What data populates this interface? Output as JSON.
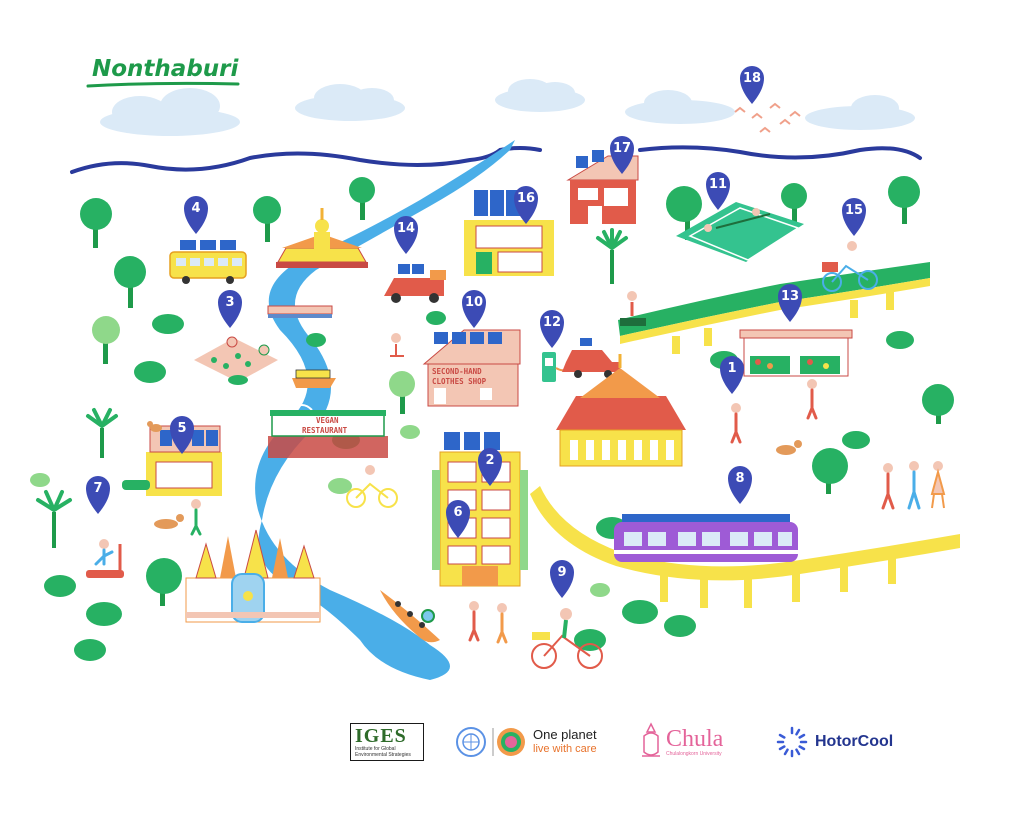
{
  "map": {
    "title": "Nonthaburi",
    "signs": {
      "vegan": "VEGAN",
      "restaurant": "RESTAURANT",
      "secondhand": "SECOND-HAND",
      "clothes_shop": "CLOTHES SHOP"
    },
    "pins": [
      {
        "label": "1"
      },
      {
        "label": "2"
      },
      {
        "label": "3"
      },
      {
        "label": "4"
      },
      {
        "label": "5"
      },
      {
        "label": "6"
      },
      {
        "label": "7"
      },
      {
        "label": "8"
      },
      {
        "label": "9"
      },
      {
        "label": "10"
      },
      {
        "label": "11"
      },
      {
        "label": "12"
      },
      {
        "label": "13"
      },
      {
        "label": "14"
      },
      {
        "label": "15"
      },
      {
        "label": "16"
      },
      {
        "label": "17"
      },
      {
        "label": "18"
      }
    ],
    "colors": {
      "pin": "#3c4bb5",
      "river": "#4aaee8",
      "skyline": "#2a3a9c",
      "tree": "#27b163",
      "building": "#f7e24a",
      "cloud": "#dbeaf7",
      "train": "#9e5bd6",
      "solar": "#2e66c9"
    }
  },
  "logos": {
    "iges": {
      "name": "IGES",
      "subtitle": "Institute for Global Environmental Strategies"
    },
    "one_planet": {
      "name": "One planet",
      "tagline": "live with care"
    },
    "chula": {
      "name": "Chula",
      "subtitle": "Chulalongkorn University"
    },
    "hotorcool": {
      "name": "HotorCool"
    }
  }
}
